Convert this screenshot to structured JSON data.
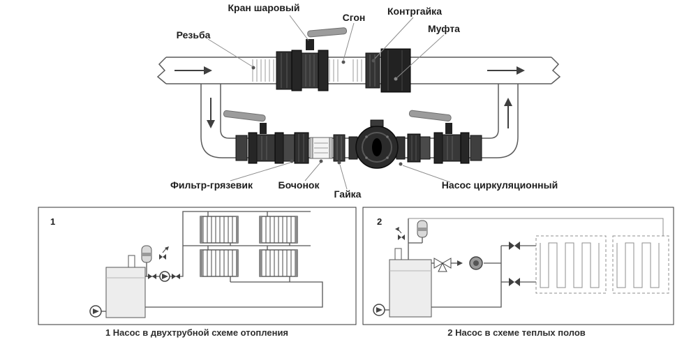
{
  "diagram": {
    "labels": {
      "ball_valve": "Кран шаровый",
      "sgon": "Сгон",
      "locknut": "Контргайка",
      "coupling": "Муфта",
      "thread": "Резьба",
      "filter": "Фильтр-грязевик",
      "barrel": "Бочонок",
      "nut": "Гайка",
      "pump": "Насос циркуляционный"
    },
    "schemes": [
      {
        "number": "1",
        "caption": "1 Насос в двухтрубной схеме отопления"
      },
      {
        "number": "2",
        "caption": "2 Насос в схеме теплых полов"
      }
    ],
    "colors": {
      "line": "#5a5a5a",
      "dark_fitting": "#262626",
      "lever": "#9c9c9c",
      "label_text": "#1d1d1d",
      "background": "#ffffff"
    }
  }
}
